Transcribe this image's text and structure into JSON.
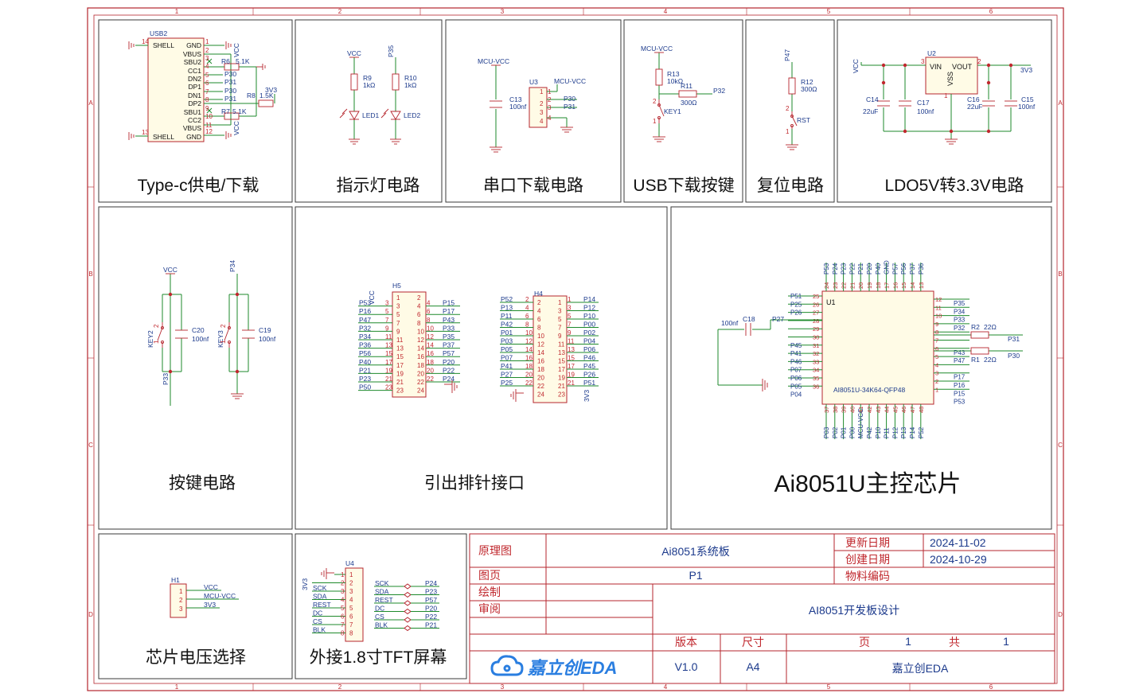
{
  "grid": {
    "cols": [
      "1",
      "2",
      "3",
      "4",
      "5",
      "6"
    ],
    "rows": [
      "A",
      "B",
      "C",
      "D"
    ]
  },
  "colors": {
    "frame": "#b5252d",
    "wire": "#1e8a2b",
    "component": "#b5252d",
    "label": "#1c3a8c",
    "title": "#111111"
  },
  "sections": {
    "typec": "Type-c供电/下载",
    "led": "指示灯电路",
    "uart": "串口下载电路",
    "usbkey": "USB下载按键",
    "reset": "复位电路",
    "ldo": "LDO5V转3.3V电路",
    "keys": "按键电路",
    "headers": "引出排针接口",
    "mcu": "Ai8051U主控芯片",
    "vsel": "芯片电压选择",
    "tft": "外接1.8寸TFT屏幕"
  },
  "typec": {
    "ref": "USB2",
    "left_pins": [
      {
        "num": "14",
        "name": "SHELL"
      },
      {
        "num": "13",
        "name": "SHELL"
      }
    ],
    "right_pins": [
      {
        "num": "1",
        "name": "GND"
      },
      {
        "num": "2",
        "name": "VBUS"
      },
      {
        "num": "3",
        "name": "SBU2"
      },
      {
        "num": "4",
        "name": "CC1"
      },
      {
        "num": "5",
        "name": "DN2"
      },
      {
        "num": "6",
        "name": "DP1"
      },
      {
        "num": "7",
        "name": "DN1"
      },
      {
        "num": "8",
        "name": "DP2"
      },
      {
        "num": "9",
        "name": "SBU1"
      },
      {
        "num": "10",
        "name": "CC2"
      },
      {
        "num": "11",
        "name": "VBUS"
      },
      {
        "num": "12",
        "name": "GND"
      }
    ],
    "nets": [
      "P30",
      "P31",
      "P30",
      "P31"
    ],
    "r6": "R6",
    "r6v": "5.1K",
    "r7": "R7",
    "r7v": "5.1K",
    "r8": "R8",
    "r8v": "1.5K",
    "net_3v3": "3V3",
    "vcc": "VCC"
  },
  "led": {
    "vcc": "VCC",
    "p35": "P35",
    "r9": "R9",
    "r9v": "1kΩ",
    "r10": "R10",
    "r10v": "1kΩ",
    "led1": "LED1",
    "led2": "LED2"
  },
  "uart": {
    "mcuvcc": "MCU-VCC",
    "mcuvcc2": "MCU-VCC",
    "u3": "U3",
    "c13": "C13",
    "c13v": "100nf",
    "pins": [
      "1",
      "2",
      "3",
      "4"
    ],
    "p30": "P30",
    "p31": "P31"
  },
  "usbkey": {
    "mcuvcc": "MCU-VCC",
    "r13": "R13",
    "r13v": "10kΩ",
    "r11": "R11",
    "r11v": "300Ω",
    "p32": "P32",
    "key1": "KEY1",
    "pin1": "1",
    "pin2": "2"
  },
  "reset": {
    "p47": "P47",
    "r12": "R12",
    "r12v": "300Ω",
    "rst": "RST",
    "pin1": "1",
    "pin2": "2"
  },
  "ldo": {
    "u2": "U2",
    "vin": "VIN",
    "vout": "VOUT",
    "vss": "VSS",
    "pin3": "3",
    "pin2": "2",
    "pin1": "1",
    "vcc": "VCC",
    "v3v3": "3V3",
    "c14": "C14",
    "c14v": "22uF",
    "c17": "C17",
    "c17v": "100nf",
    "c16": "C16",
    "c16v": "22uF",
    "c15": "C15",
    "c15v": "100nf"
  },
  "keys": {
    "vcc": "VCC",
    "p34": "P34",
    "p33": "P33",
    "key2": "KEY2",
    "key3": "KEY3",
    "c20": "C20",
    "c20v": "100nf",
    "c19": "C19",
    "c19v": "100nf",
    "pin1": "1",
    "pin2": "2"
  },
  "h5": {
    "ref": "H5",
    "vcc": "VCC",
    "left_nets": [
      "P53",
      "P16",
      "P47",
      "P32",
      "P34",
      "P36",
      "P56",
      "P40",
      "P21",
      "P23",
      "P50"
    ],
    "left_pins": [
      "3",
      "5",
      "7",
      "9",
      "11",
      "13",
      "15",
      "17",
      "19",
      "21",
      "23"
    ],
    "inner_left": [
      "1",
      "3",
      "5",
      "7",
      "9",
      "11",
      "13",
      "15",
      "17",
      "19",
      "21",
      "23"
    ],
    "inner_right": [
      "2",
      "4",
      "6",
      "8",
      "10",
      "12",
      "14",
      "16",
      "18",
      "20",
      "22",
      "24"
    ],
    "right_pins": [
      "4",
      "6",
      "8",
      "10",
      "12",
      "14",
      "16",
      "18",
      "20",
      "22",
      "24"
    ],
    "right_nets": [
      "P15",
      "P17",
      "P43",
      "P33",
      "P35",
      "P37",
      "P57",
      "P20",
      "P22",
      "P24"
    ]
  },
  "h4": {
    "ref": "H4",
    "v3v3": "3V3",
    "left_nets": [
      "P52",
      "P13",
      "P11",
      "P42",
      "P01",
      "P03",
      "P05",
      "P07",
      "P41",
      "P27",
      "P25"
    ],
    "left_pins": [
      "2",
      "4",
      "6",
      "8",
      "10",
      "12",
      "14",
      "16",
      "18",
      "20",
      "22",
      "24"
    ],
    "inner_left": [
      "2",
      "4",
      "6",
      "8",
      "10",
      "12",
      "14",
      "16",
      "18",
      "20",
      "22",
      "24"
    ],
    "inner_right": [
      "1",
      "3",
      "5",
      "7",
      "9",
      "11",
      "13",
      "15",
      "17",
      "19",
      "21",
      "23"
    ],
    "right_pins": [
      "1",
      "3",
      "5",
      "7",
      "9",
      "11",
      "13",
      "15",
      "17",
      "19",
      "21",
      "23"
    ],
    "right_nets": [
      "P14",
      "P12",
      "P10",
      "P00",
      "P02",
      "P04",
      "P06",
      "P46",
      "P45",
      "P26",
      "P51"
    ]
  },
  "mcu": {
    "ref": "U1",
    "part": "AI8051U-34K64-QFP48",
    "c18": "C18",
    "c18v": "100nf",
    "top_nets": [
      "P53",
      "P24",
      "P23",
      "P22",
      "P21",
      "P20",
      "P40",
      "GND",
      "P57",
      "P56",
      "P37",
      "P36"
    ],
    "top_pins": [
      "24",
      "23",
      "22",
      "21",
      "20",
      "19",
      "18",
      "17",
      "16",
      "15",
      "14",
      "13"
    ],
    "left_nets": [
      "P51",
      "P25",
      "P26",
      "",
      "P45",
      "P41",
      "P46",
      "P07",
      "P06",
      "P05",
      "P04"
    ],
    "left_pins": [
      "25",
      "26",
      "27",
      "28",
      "29",
      "30",
      "31",
      "32",
      "33",
      "34",
      "35",
      "36"
    ],
    "p27": "P27",
    "right_pins": [
      "12",
      "11",
      "10",
      "9",
      "8",
      "7",
      "6",
      "5",
      "4",
      "3",
      "2",
      "1"
    ],
    "right_nets": [
      "P35",
      "P34",
      "P33",
      "P32",
      "",
      "",
      "P43",
      "P47",
      "",
      "P17",
      "P16",
      "P15",
      "P53"
    ],
    "bottom_pins": [
      "37",
      "38",
      "39",
      "40",
      "41",
      "42",
      "43",
      "44",
      "45",
      "46",
      "47",
      "48"
    ],
    "bottom_nets": [
      "P03",
      "P02",
      "P01",
      "P00",
      "MCU-VCC",
      "P42",
      "P10",
      "P11",
      "P12",
      "P13",
      "P14",
      "P52"
    ],
    "r2": "R2",
    "r2v": "22Ω",
    "r1": "R1",
    "r1v": "22Ω",
    "p31": "P31",
    "p30": "P30"
  },
  "vsel": {
    "ref": "H1",
    "pins": [
      "1",
      "2",
      "3"
    ],
    "nets": [
      "VCC",
      "MCU-VCC",
      "3V3"
    ]
  },
  "tft": {
    "ref": "U4",
    "v3v3": "3V3",
    "pins": [
      "1",
      "2",
      "3",
      "4",
      "5",
      "6",
      "7",
      "8"
    ],
    "left_nets": [
      "SCK",
      "SDA",
      "REST",
      "DC",
      "CS",
      "BLK"
    ],
    "mid_nets": [
      "SCK",
      "SDA",
      "REST",
      "DC",
      "CS",
      "BLK"
    ],
    "right_nets": [
      "P24",
      "P23",
      "P57",
      "P20",
      "P22",
      "P21"
    ]
  },
  "titleblock": {
    "label_schematic": "原理图",
    "label_page": "图页",
    "label_drawn": "绘制",
    "label_review": "审阅",
    "name": "Ai8051系统板",
    "page": "P1",
    "label_updated": "更新日期",
    "updated": "2024-11-02",
    "label_created": "创建日期",
    "created": "2024-10-29",
    "label_material": "物料编码",
    "project": "AI8051开发板设计",
    "label_version": "版本",
    "label_size": "尺寸",
    "label_pg": "页",
    "pg_num": "1",
    "label_total": "共",
    "total": "1",
    "logo": "嘉立创EDA",
    "version": "V1.0",
    "size": "A4",
    "company": "嘉立创EDA"
  }
}
